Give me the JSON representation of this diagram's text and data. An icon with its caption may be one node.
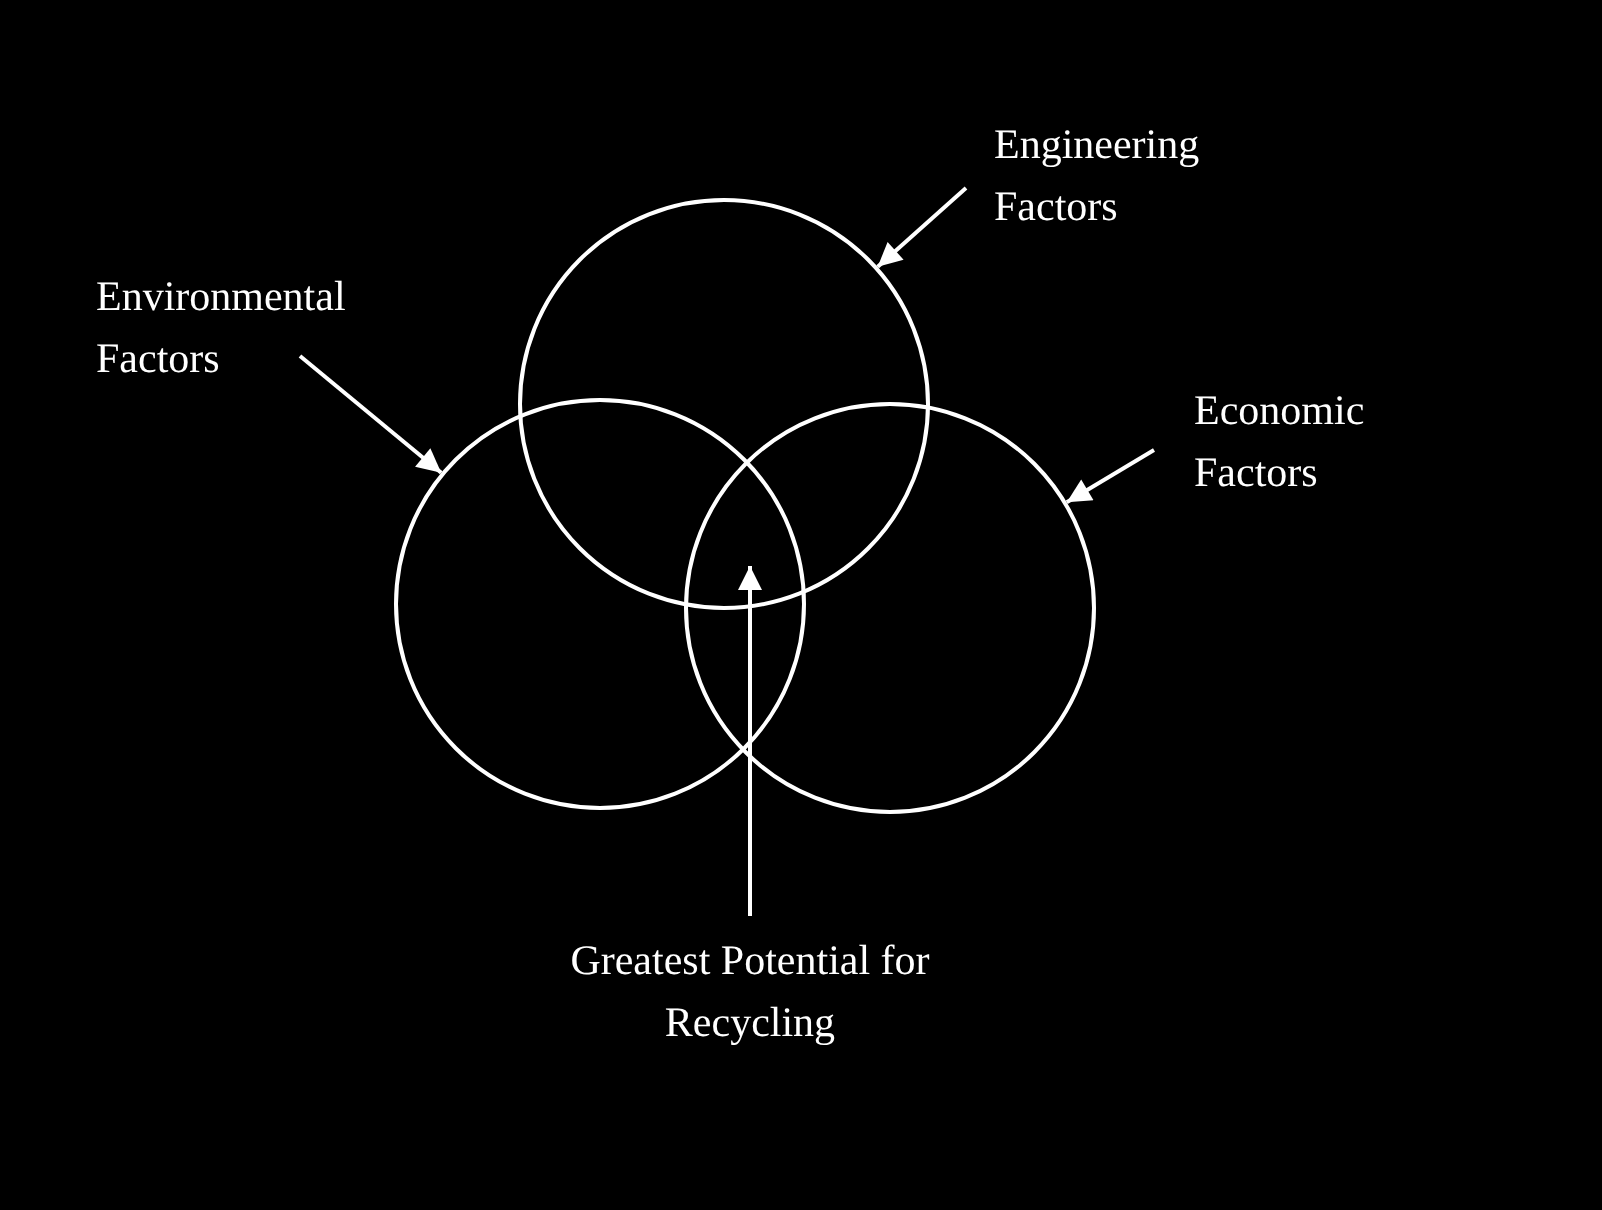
{
  "diagram": {
    "nodes": [
      {
        "text": [
          "Engineering Factors"
        ]
      },
      {
        "text": [
          "Environmental Factors"
        ]
      },
      {
        "text": [
          "Economic Factors"
        ]
      },
      {
        "text": [],
        "shape": "circle"
      },
      {
        "text": [],
        "shape": "circle"
      },
      {
        "text": [],
        "shape": "circle"
      },
      {
        "text": [
          "Greatest Potential for Recycling"
        ]
      }
    ],
    "edges": [
      {
        "from": 0,
        "to": 4,
        "arrow": "to"
      },
      {
        "from": 1,
        "to": 3,
        "arrow": "to"
      },
      {
        "from": 2,
        "to": 5,
        "arrow": "to"
      },
      {
        "from": 6,
        "to": 3,
        "arrow": "to"
      }
    ]
  }
}
